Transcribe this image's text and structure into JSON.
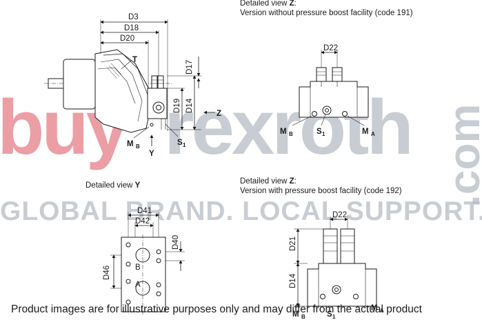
{
  "watermark": {
    "brand_part1": "buy",
    "brand_part2": "rexroth",
    "domain_suffix": ".com",
    "tagline": "GLOBAL BRAND. LOCAL SUPPORT."
  },
  "captions": {
    "view_z_top_prefix": "Detailed view ",
    "view_z_top_letter": "Z",
    "view_z_top_suffix": ":",
    "view_z_top_desc": "Version without pressure boost facility (code 191)",
    "view_y_prefix": "Detailed view ",
    "view_y_letter": "Y",
    "view_z_bottom_prefix": "Detailed view ",
    "view_z_bottom_letter": "Z",
    "view_z_bottom_suffix": ":",
    "view_z_bottom_desc": "Version with pressure boost facility (code 192)"
  },
  "dimensions": {
    "d3": "D3",
    "d18": "D18",
    "d20": "D20",
    "d17": "D17",
    "d19": "D19",
    "d14_main": "D14",
    "d22_top": "D22",
    "d41": "D41",
    "d42": "D42",
    "d40": "D40",
    "d46": "D46",
    "d22_bottom": "D22",
    "d21": "D21",
    "d14_bottom": "D14"
  },
  "labels": {
    "t": "T",
    "z": "Z",
    "y": "Y",
    "mb": "M",
    "mb_sub": "B",
    "s1": "S",
    "s1_sub": "1",
    "ma": "M",
    "ma_sub": "A",
    "port_a": "A",
    "port_b": "B"
  },
  "disclaimer": "Product images are for illustrative purposes only and may differ from the actual product"
}
